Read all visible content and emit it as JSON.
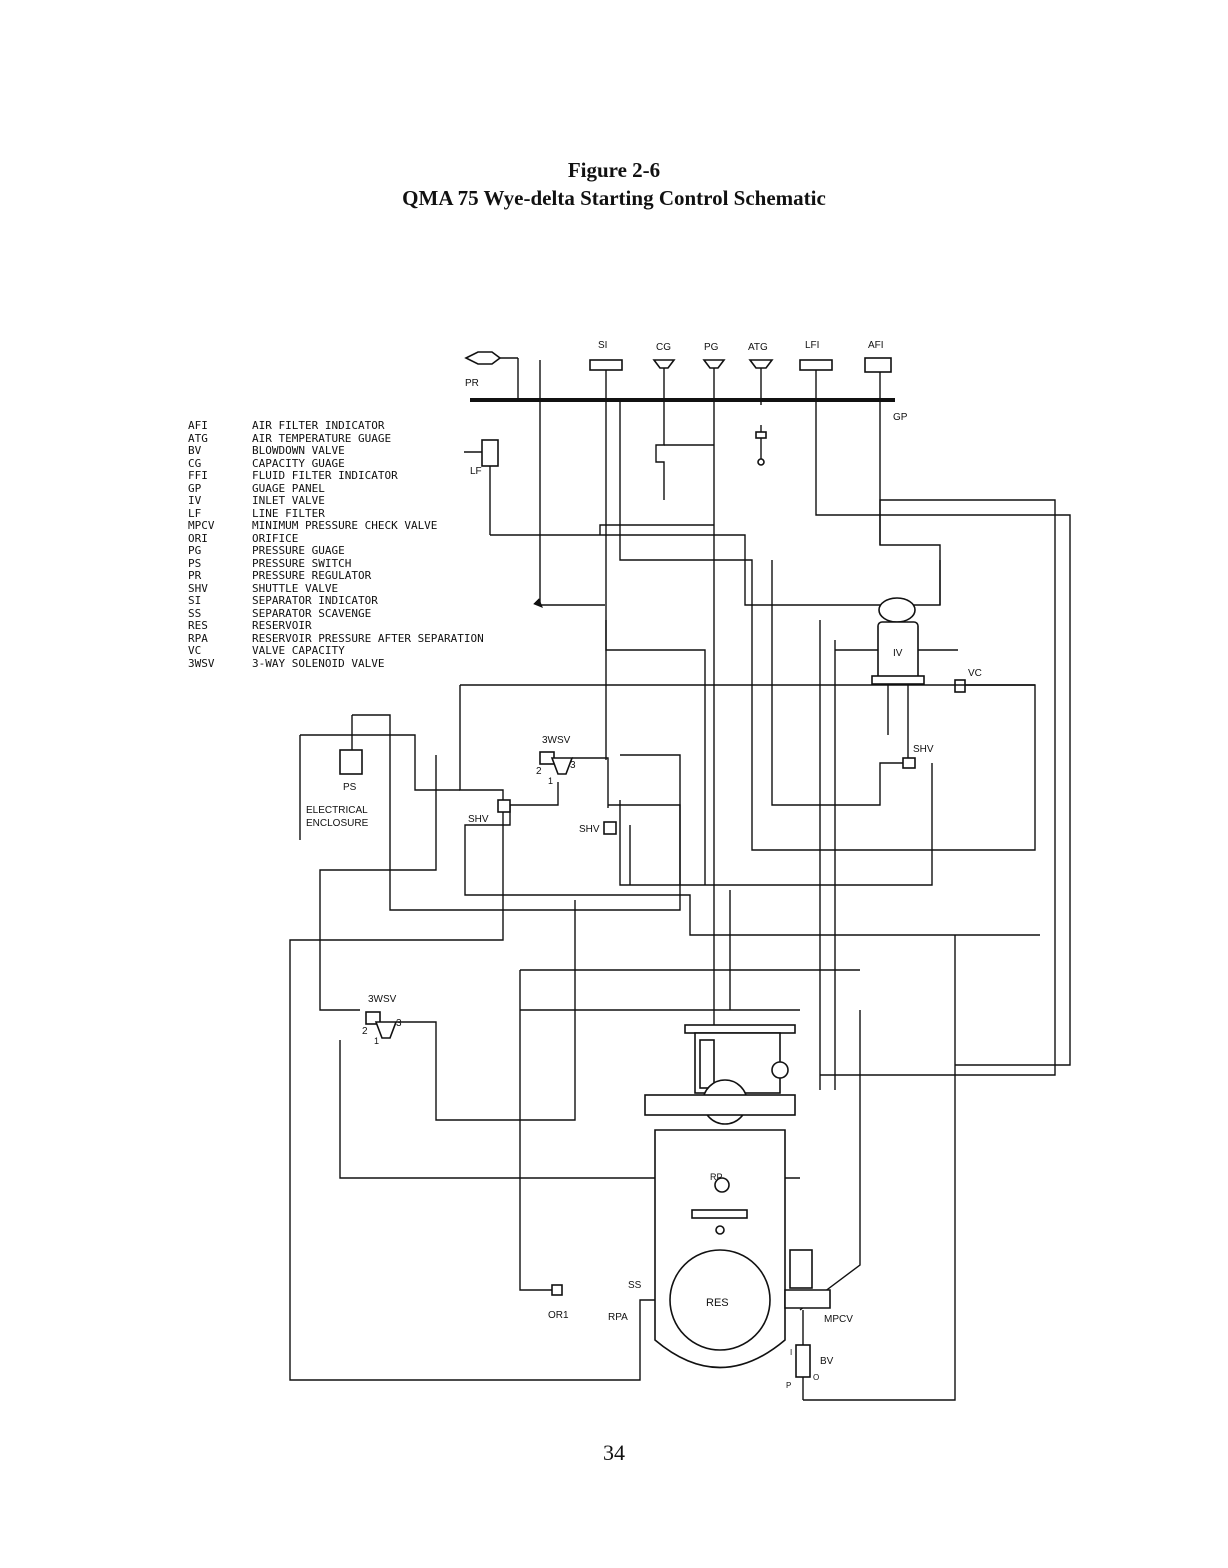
{
  "figure": {
    "number": "Figure 2-6",
    "caption": "QMA 75 Wye-delta Starting Control Schematic"
  },
  "page_number": "34",
  "legend": [
    {
      "abbr": "AFI",
      "desc": "AIR FILTER INDICATOR"
    },
    {
      "abbr": "ATG",
      "desc": "AIR TEMPERATURE GUAGE"
    },
    {
      "abbr": "BV",
      "desc": "BLOWDOWN VALVE"
    },
    {
      "abbr": "CG",
      "desc": "CAPACITY GUAGE"
    },
    {
      "abbr": "FFI",
      "desc": "FLUID FILTER INDICATOR"
    },
    {
      "abbr": "GP",
      "desc": "GUAGE PANEL"
    },
    {
      "abbr": "IV",
      "desc": "INLET VALVE"
    },
    {
      "abbr": "LF",
      "desc": "LINE FILTER"
    },
    {
      "abbr": "MPCV",
      "desc": "MINIMUM PRESSURE CHECK VALVE"
    },
    {
      "abbr": "ORI",
      "desc": "ORIFICE"
    },
    {
      "abbr": "PG",
      "desc": "PRESSURE GUAGE"
    },
    {
      "abbr": "PS",
      "desc": "PRESSURE SWITCH"
    },
    {
      "abbr": "PR",
      "desc": "PRESSURE REGULATOR"
    },
    {
      "abbr": "SHV",
      "desc": "SHUTTLE VALVE"
    },
    {
      "abbr": "SI",
      "desc": "SEPARATOR INDICATOR"
    },
    {
      "abbr": "SS",
      "desc": "SEPARATOR SCAVENGE"
    },
    {
      "abbr": "RES",
      "desc": "RESERVOIR"
    },
    {
      "abbr": "RPA",
      "desc": "RESERVOIR PRESSURE AFTER SEPARATION"
    },
    {
      "abbr": "VC",
      "desc": "VALVE CAPACITY"
    },
    {
      "abbr": "3WSV",
      "desc": "3-WAY SOLENOID VALVE"
    }
  ],
  "labels": {
    "si": "SI",
    "cg": "CG",
    "pg": "PG",
    "atg": "ATG",
    "lfi": "LFI",
    "afi": "AFI",
    "pr": "PR",
    "lf": "LF",
    "gp": "GP",
    "iv": "IV",
    "vc": "VC",
    "shv_right": "SHV",
    "shv_left": "SHV",
    "shv_mid": "SHV",
    "wsv_top": "3WSV",
    "wsv_bottom": "3WSV",
    "port_top_2": "2",
    "port_top_3": "3",
    "port_top_1": "1",
    "port_bot_2": "2",
    "port_bot_3": "3",
    "port_bot_1": "1",
    "ps": "PS",
    "elec_line1": "ELECTRICAL",
    "elec_line2": "ENCLOSURE",
    "rp": "RP",
    "res": "RES",
    "ss": "SS",
    "ori": "OR1",
    "rpa": "RPA",
    "mpcv": "MPCV",
    "bv": "BV",
    "bv_i": "I",
    "bv_p": "P",
    "bv_o": "O"
  }
}
